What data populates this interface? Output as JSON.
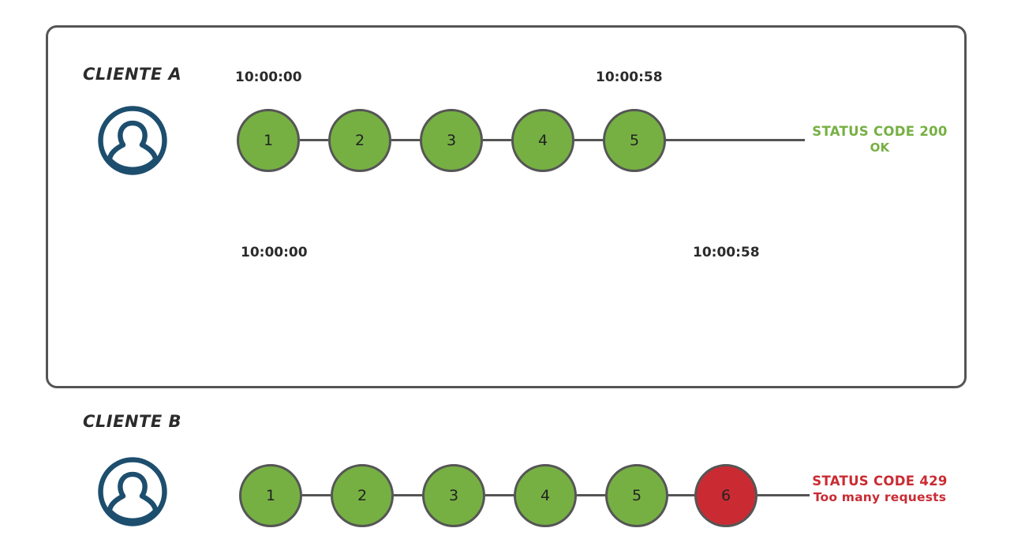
{
  "panel": {
    "border_color": "#555555",
    "background": "#ffffff"
  },
  "colors": {
    "node_green": "#76b043",
    "node_red": "#ca2b33",
    "node_stroke": "#555555",
    "avatar": "#1d4e6e",
    "status_ok": "#76b043",
    "status_error": "#ca2b33",
    "text": "#2b2b2b"
  },
  "rows": [
    {
      "id": "a",
      "client_label": "CLIENTE A",
      "avatar_icon": "user-avatar-icon",
      "start_time": "10:00:00",
      "end_time": "10:00:58",
      "nodes": [
        {
          "label": "1",
          "state": "ok"
        },
        {
          "label": "2",
          "state": "ok"
        },
        {
          "label": "3",
          "state": "ok"
        },
        {
          "label": "4",
          "state": "ok"
        },
        {
          "label": "5",
          "state": "ok"
        }
      ],
      "status": {
        "line1": "STATUS CODE 200",
        "line2": "OK",
        "state": "ok"
      }
    },
    {
      "id": "b",
      "client_label": "CLIENTE B",
      "avatar_icon": "user-avatar-icon",
      "start_time": "10:00:00",
      "end_time": "10:00:58",
      "nodes": [
        {
          "label": "1",
          "state": "ok"
        },
        {
          "label": "2",
          "state": "ok"
        },
        {
          "label": "3",
          "state": "ok"
        },
        {
          "label": "4",
          "state": "ok"
        },
        {
          "label": "5",
          "state": "ok"
        },
        {
          "label": "6",
          "state": "error"
        }
      ],
      "status": {
        "line1": "STATUS CODE 429",
        "line2": "Too many requests",
        "state": "error"
      }
    }
  ]
}
